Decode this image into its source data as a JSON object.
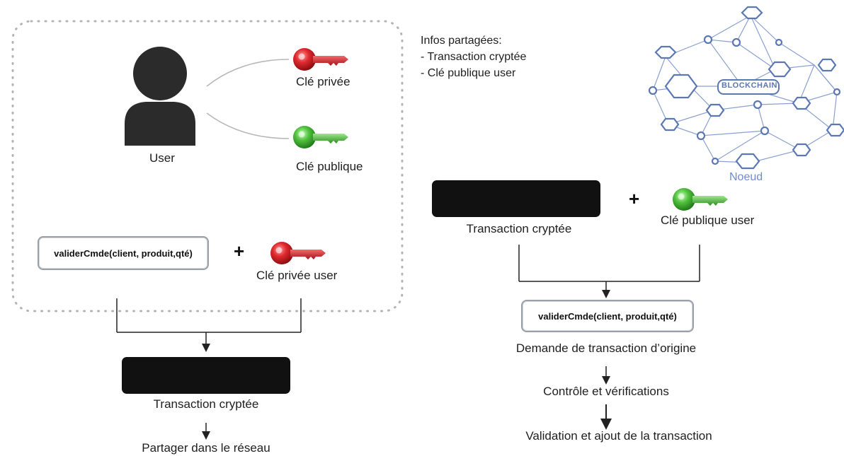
{
  "info_box": {
    "title": "Infos partagées:",
    "items": [
      "- Transaction cryptée",
      "- Clé publique user"
    ]
  },
  "left": {
    "user_label": "User",
    "private_key_label": "Clé privée",
    "public_key_label": "Clé publique",
    "code_text": "validerCmde(client, produit,qté)",
    "plus": "+",
    "private_key_user_label": "Clé privée user",
    "encrypted_label": "Transaction cryptée",
    "share_label": "Partager dans le réseau"
  },
  "right": {
    "encrypted_label": "Transaction cryptée",
    "plus": "+",
    "public_key_user_label": "Clé publique user",
    "code_text": "validerCmde(client, produit,qté)",
    "origin_label": "Demande de transaction d’origine",
    "control_label": "Contrôle et vérifications",
    "validation_label": "Validation et ajout de la transaction"
  },
  "network": {
    "badge": "BLOCKCHAIN",
    "node_label": "Noeud"
  },
  "colors": {
    "key_red": "#d8232a",
    "key_green": "#49b83a",
    "network_blue": "#5b78b5",
    "dotted_border": "#b4b4b4"
  }
}
